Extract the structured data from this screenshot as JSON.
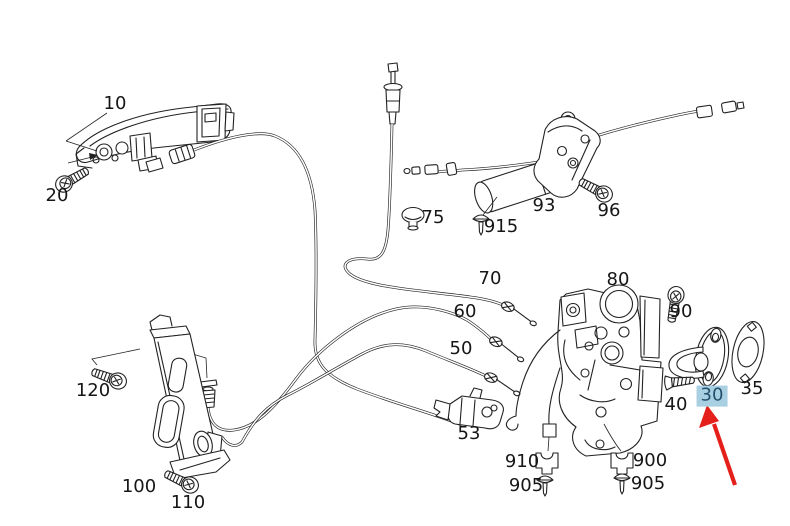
{
  "diagram": {
    "type": "exploded-parts-diagram",
    "colors": {
      "background": "#ffffff",
      "line": "#222222",
      "highlight": "#a9cfe3",
      "arrow": "#e5201a",
      "label": "#161616"
    },
    "selection": {
      "part": "30",
      "indicator": "red-arrow"
    }
  },
  "labels": {
    "p10": {
      "text": "10"
    },
    "p20": {
      "text": "20"
    },
    "p75": {
      "text": "75"
    },
    "p915": {
      "text": "915"
    },
    "p93": {
      "text": "93"
    },
    "p96": {
      "text": "96"
    },
    "p70": {
      "text": "70"
    },
    "p60": {
      "text": "60"
    },
    "p50": {
      "text": "50"
    },
    "p80": {
      "text": "80"
    },
    "p90": {
      "text": "90"
    },
    "p30": {
      "text": "30"
    },
    "p35": {
      "text": "35"
    },
    "p40": {
      "text": "40"
    },
    "p120": {
      "text": "120"
    },
    "p100": {
      "text": "100"
    },
    "p110": {
      "text": "110"
    },
    "p53": {
      "text": "53"
    },
    "p910": {
      "text": "910"
    },
    "p905a": {
      "text": "905"
    },
    "p900": {
      "text": "900"
    },
    "p905b": {
      "text": "905"
    }
  }
}
